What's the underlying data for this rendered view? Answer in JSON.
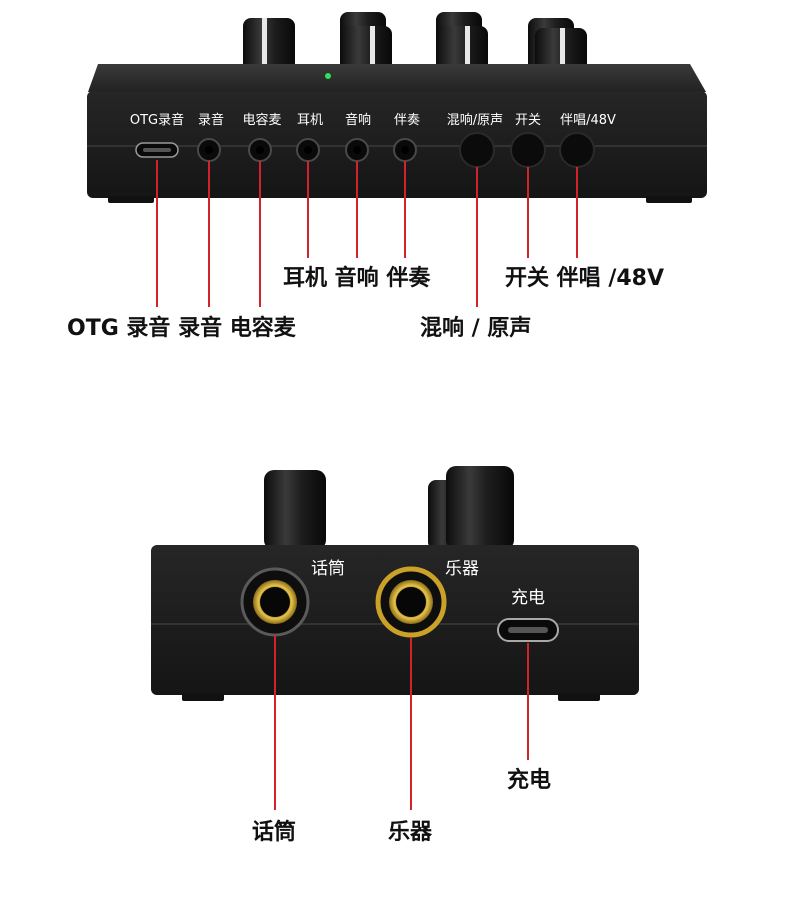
{
  "top_device": {
    "panel_labels": {
      "otg": "OTG录音",
      "record": "录音",
      "condenser": "电容麦",
      "headphone": "耳机",
      "monitor": "音响",
      "accompaniment": "伴奏",
      "reverb": "混响/原声",
      "power": "开关",
      "phantom": "伴唱/48V"
    },
    "callouts": {
      "row1": "耳机 音响 伴奏",
      "row1b": "开关 伴唱 /48V",
      "row2": "OTG 录音 录音 电容麦",
      "row2b": "混响 / 原声"
    }
  },
  "bottom_device": {
    "panel_labels": {
      "mic": "话筒",
      "instrument": "乐器",
      "charge": "充电"
    },
    "callouts": {
      "charge": "充电",
      "mic": "话筒",
      "instrument": "乐器"
    }
  },
  "colors": {
    "body": "#1b1b1b",
    "leader": "#d3232a",
    "gold": "#c9a227",
    "led": "#2fe05a",
    "text": "#111111"
  }
}
